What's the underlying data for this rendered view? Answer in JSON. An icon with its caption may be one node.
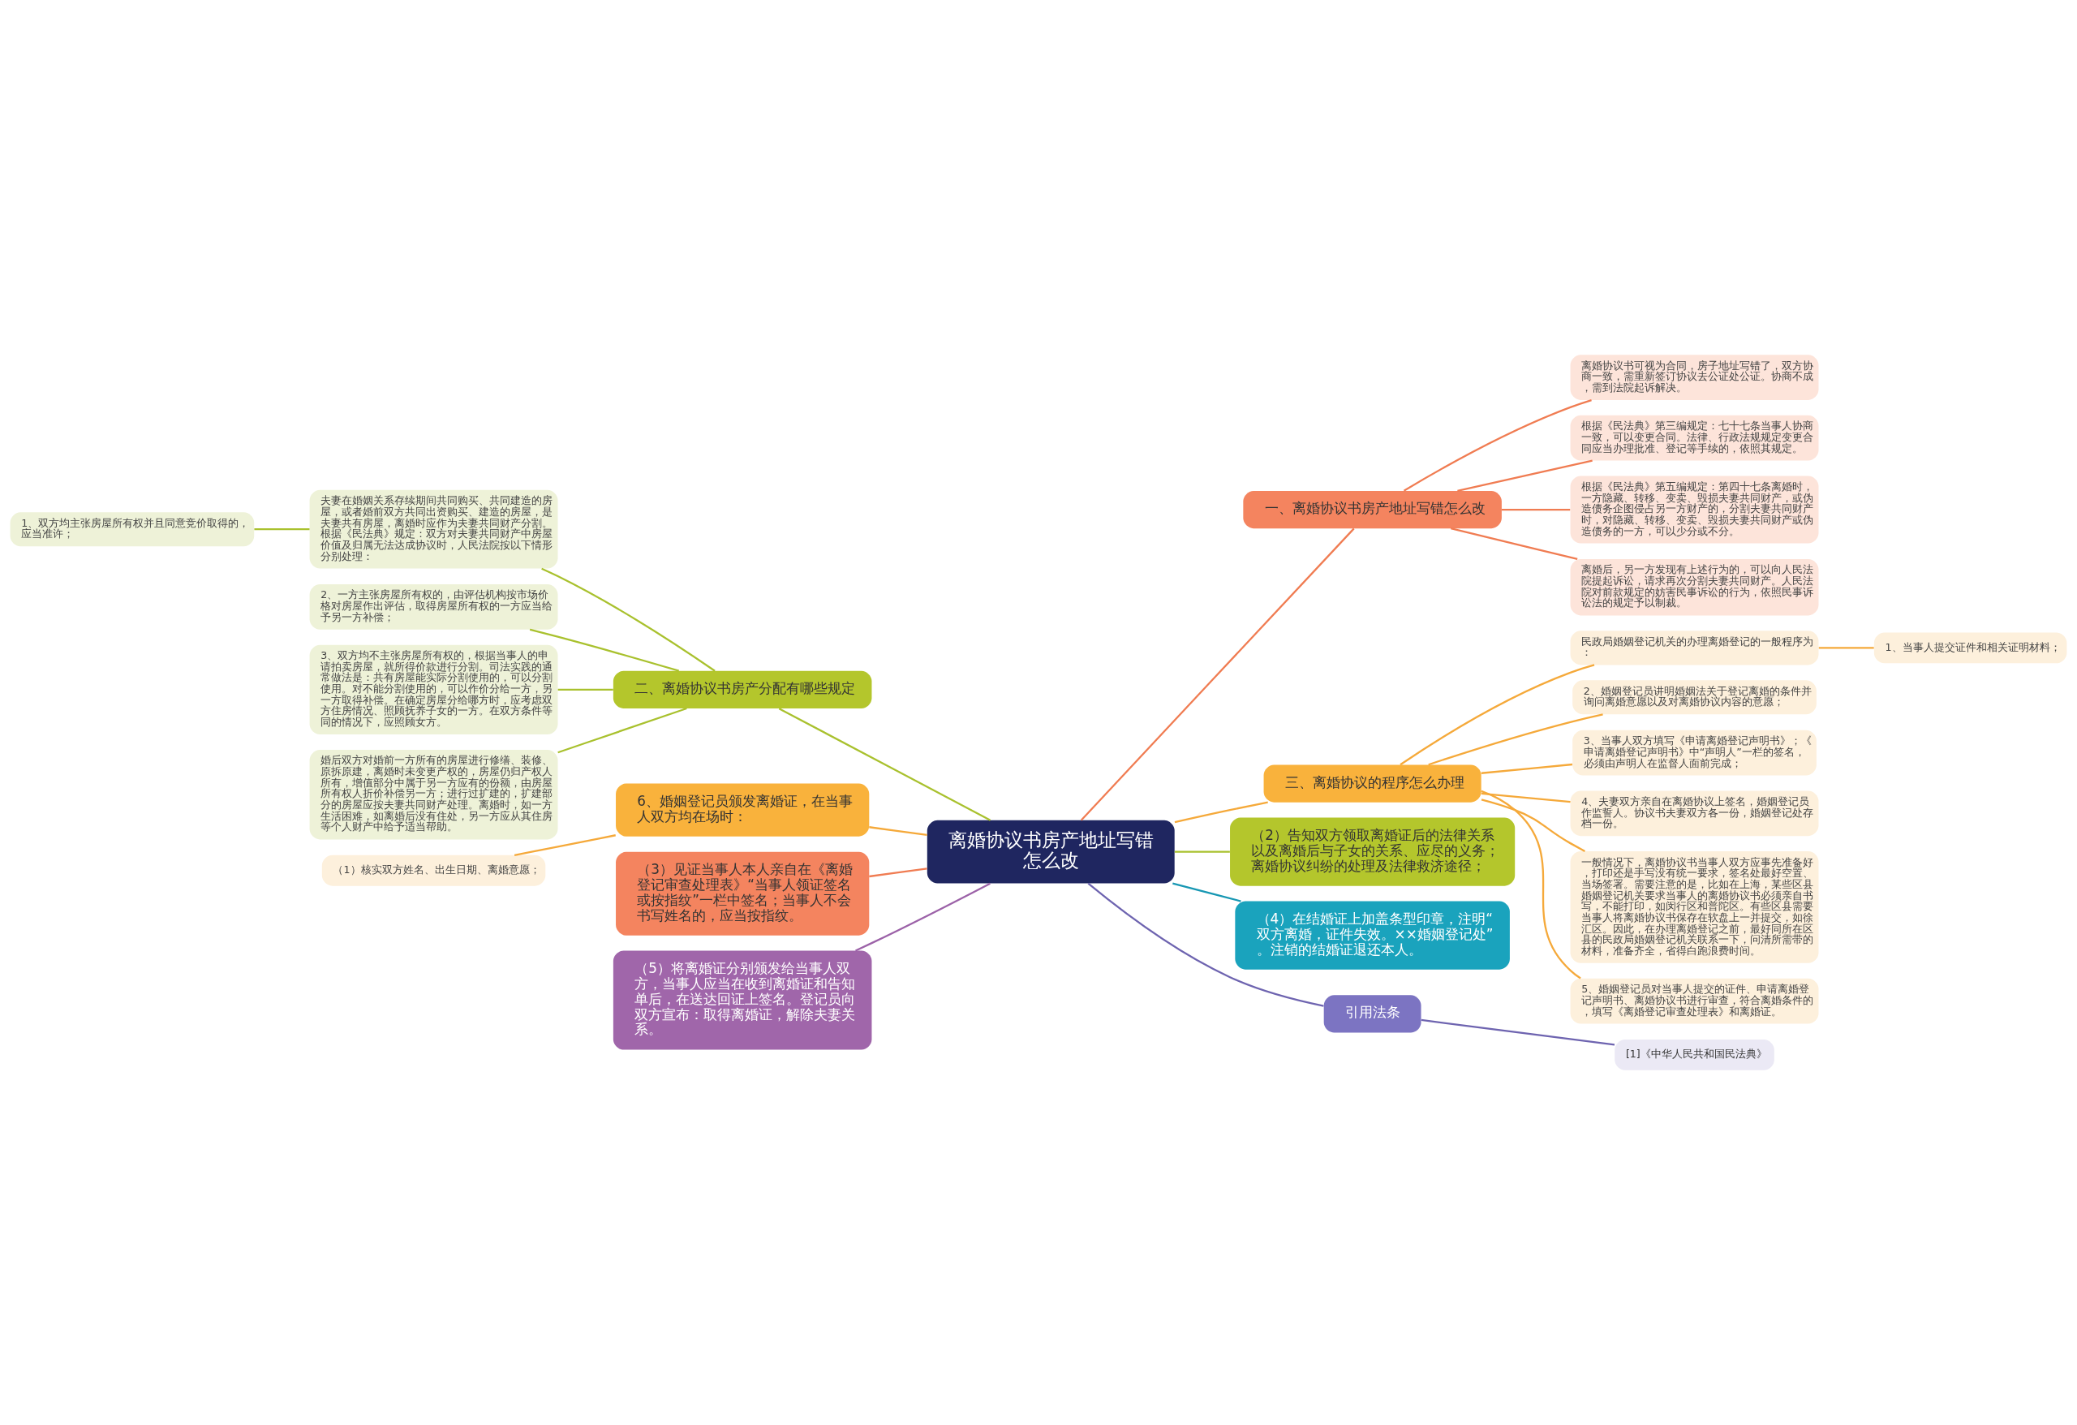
{
  "diagram": {
    "nodes": [
      {
        "text": [
          "离婚协议书房产地址写错怎么改"
        ]
      },
      {
        "text": [
          "一、离婚协议书房产地址写错怎么改"
        ]
      },
      {
        "text": [
          "离婚协议书可视为合同，房子地址写错了，双方协商一致，需重新签订协议去公证处公证。协商不成，需到法院起诉解决。"
        ]
      },
      {
        "text": [
          "根据《民法典》第三编规定：七十七条当事人协商一致，可以变更合同。法律、行政法规规定变更合同应当办理批准、登记等手续的，依照其规定。"
        ]
      },
      {
        "text": [
          "根据《民法典》第五编规定：第四十七条离婚时，一方隐藏、转移、变卖、毁损夫妻共同财产，或伪造债务企图侵占另一方财产的，分割夫妻共同财产时，对隐藏、转移、变卖、毁损夫妻共同财产或伪造债务的一方，可以少分或不分。"
        ]
      },
      {
        "text": [
          "离婚后，另一方发现有上述行为的，可以向人民法院提起诉讼，请求再次分割夫妻共同财产。人民法院对前款规定的妨害民事诉讼的行为，依照民事诉讼法的规定予以制裁。"
        ]
      },
      {
        "text": [
          "二、离婚协议书房产分配有哪些规定"
        ]
      },
      {
        "text": [
          "夫妻在婚姻关系存续期间共同购买、共同建造的房屋，或者婚前双方共同出资购买、建造的房屋，是夫妻共有房屋，离婚时应作为夫妻共同财产分割。根据《民法典》规定：双方对夫妻共同财产中房屋价值及归属无法达成协议时，人民法院按以下情形分别处理："
        ]
      },
      {
        "text": [
          "1、双方均主张房屋所有权并且同意竞价取得的，应当准许；"
        ]
      },
      {
        "text": [
          "2、一方主张房屋所有权的，由评估机构按市场价格对房屋作出评估，取得房屋所有权的一方应当给予另一方补偿；"
        ]
      },
      {
        "text": [
          "3、双方均不主张房屋所有权的，根据当事人的申请拍卖房屋，就所得价款进行分割。司法实践的通常做法是：共有房屋能实际分割使用的，可以分割使用。对不能分割使用的，可以作价分给一方，另一方取得补偿。在确定房屋分给哪方时，应考虑双方住房情况、照顾抚养子女的一方。在双方条件等同的情况下，应照顾女方。"
        ]
      },
      {
        "text": [
          "婚后双方对婚前一方所有的房屋进行修缮、装修、原拆原建，离婚时未变更产权的，房屋仍归产权人所有，增值部分中属于另一方应有的份额，由房屋所有权人折价补偿另一方；进行过扩建的，扩建部分的房屋应按夫妻共同财产处理。离婚时，如一方生活困难，如离婚后没有住处，另一方应从其住房等个人财产中给予适当帮助。"
        ]
      },
      {
        "text": [
          "三、离婚协议的程序怎么办理"
        ]
      },
      {
        "text": [
          "民政局婚姻登记机关的办理离婚登记的一般程序为："
        ]
      },
      {
        "text": [
          "1、当事人提交证件和相关证明材料；"
        ]
      },
      {
        "text": [
          "2、婚姻登记员讲明婚姻法关于登记离婚的条件并询问离婚意愿以及对离婚协议内容的意愿；"
        ]
      },
      {
        "text": [
          "3、当事人双方填写《申请离婚登记声明书》；《申请离婚登记声明书》中“声明人”一栏的签名，必须由声明人在监督人面前完成；"
        ]
      },
      {
        "text": [
          "4、夫妻双方亲自在离婚协议上签名，婚姻登记员作监誓人。协议书夫妻双方各一份，婚姻登记处存档一份。"
        ]
      },
      {
        "text": [
          "一般情况下，离婚协议书当事人双方应事先准备好，打印还是手写没有统一要求，签名处最好空置、当场签署。需要注意的是，比如在上海，某些区县婚姻登记机关要求当事人的离婚协议书必须亲自书写，不能打印，如闵行区和普陀区。有些区县需要当事人将离婚协议书保存在软盘上一并提交，如徐汇区。因此，在办理离婚登记之前，最好同所在区县的民政局婚姻登记机关联系一下，问清所需带的材料，准备齐全，省得白跑浪费时间。"
        ]
      },
      {
        "text": [
          "5、婚姻登记员对当事人提交的证件、申请离婚登记声明书、离婚协议书进行审查，符合离婚条件的，填写《离婚登记审查处理表》和离婚证。"
        ]
      },
      {
        "text": [
          "6、婚姻登记员颁发离婚证，在当事人双方均在场时："
        ]
      },
      {
        "text": [
          "（1）核实双方姓名、出生日期、离婚意愿；"
        ]
      },
      {
        "text": [
          "（3）见证当事人本人亲自在《离婚登记审查处理表》“当事人领证签名或按指纹”一栏中签名；当事人不会书写姓名的，应当按指纹。"
        ]
      },
      {
        "text": [
          "（5）将离婚证分别颁发给当事人双方，当事人应当在收到离婚证和告知单后，在送达回证上签名。登记员向双方宣布：取得离婚证，解除夫妻关系。"
        ]
      },
      {
        "text": [
          "（2）告知双方领取离婚证后的法律关系以及离婚后与子女的关系、应尽的义务；离婚协议纠纷的处理及法律救济途径；"
        ]
      },
      {
        "text": [
          "（4）在结婚证上加盖条型印章，注明“双方离婚，证件失效。××婚姻登记处”。注销的结婚证退还本人。"
        ]
      },
      {
        "text": [
          "引用法条"
        ]
      },
      {
        "text": [
          "[1]《中华人民共和国民法典》"
        ]
      }
    ],
    "edges": [
      {
        "from": 0,
        "to": 1,
        "arrow": "none",
        "color": "#f07c52"
      },
      {
        "from": 1,
        "to": 2,
        "arrow": "none",
        "color": "#f07c52"
      },
      {
        "from": 1,
        "to": 3,
        "arrow": "none",
        "color": "#f07c52"
      },
      {
        "from": 1,
        "to": 4,
        "arrow": "none",
        "color": "#f07c52"
      },
      {
        "from": 1,
        "to": 5,
        "arrow": "none",
        "color": "#f07c52"
      },
      {
        "from": 0,
        "to": 6,
        "arrow": "none",
        "color": "#a9c12e"
      },
      {
        "from": 6,
        "to": 7,
        "arrow": "none",
        "color": "#a9c12e"
      },
      {
        "from": 7,
        "to": 8,
        "arrow": "none",
        "color": "#a9c12e"
      },
      {
        "from": 6,
        "to": 9,
        "arrow": "none",
        "color": "#a9c12e"
      },
      {
        "from": 6,
        "to": 10,
        "arrow": "none",
        "color": "#a9c12e"
      },
      {
        "from": 6,
        "to": 11,
        "arrow": "none",
        "color": "#a9c12e"
      },
      {
        "from": 0,
        "to": 12,
        "arrow": "none",
        "color": "#f5a93a"
      },
      {
        "from": 12,
        "to": 13,
        "arrow": "none",
        "color": "#f5a93a"
      },
      {
        "from": 13,
        "to": 14,
        "arrow": "none",
        "color": "#f5a93a"
      },
      {
        "from": 12,
        "to": 15,
        "arrow": "none",
        "color": "#f5a93a"
      },
      {
        "from": 12,
        "to": 16,
        "arrow": "none",
        "color": "#f5a93a"
      },
      {
        "from": 12,
        "to": 17,
        "arrow": "none",
        "color": "#f5a93a"
      },
      {
        "from": 12,
        "to": 18,
        "arrow": "none",
        "color": "#f5a93a"
      },
      {
        "from": 12,
        "to": 19,
        "arrow": "none",
        "color": "#f5a93a"
      },
      {
        "from": 0,
        "to": 20,
        "arrow": "none",
        "color": "#f5a93a"
      },
      {
        "from": 20,
        "to": 21,
        "arrow": "none",
        "color": "#f5a93a"
      },
      {
        "from": 0,
        "to": 22,
        "arrow": "none",
        "color": "#f07c52"
      },
      {
        "from": 0,
        "to": 23,
        "arrow": "none",
        "color": "#9c62a8"
      },
      {
        "from": 0,
        "to": 24,
        "arrow": "none",
        "color": "#a9c12e"
      },
      {
        "from": 0,
        "to": 25,
        "arrow": "none",
        "color": "#1797b3"
      },
      {
        "from": 0,
        "to": 26,
        "arrow": "none",
        "color": "#6e64b0"
      },
      {
        "from": 26,
        "to": 27,
        "arrow": "none",
        "color": "#6e64b0"
      }
    ]
  }
}
